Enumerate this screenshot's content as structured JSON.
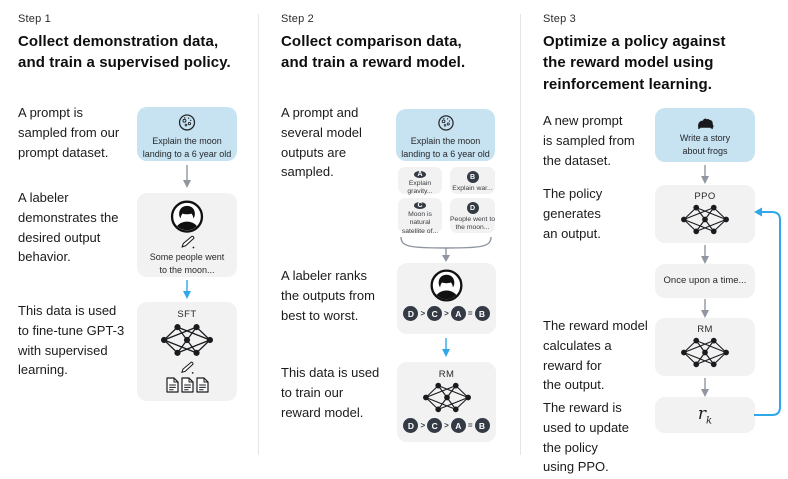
{
  "colors": {
    "prompt_box_bg": "#c7e2f1",
    "node_box_bg": "#f2f2f2",
    "arrow_blue": "#2fa8ea",
    "arrow_gray": "#8f96a0",
    "chip_bg": "#343b45",
    "divider": "#e5e5e5",
    "heading_text": "#0e0e0e",
    "body_text": "#1a1b1d"
  },
  "icons": {
    "prompt_step1": "moon-icon",
    "prompt_step2": "moon-icon",
    "prompt_step3": "frog-icon",
    "labeler": "person-icon",
    "writing": "pencil-icon",
    "demonstrations": "documents-icon",
    "model": "neural-network-icon"
  },
  "step1": {
    "label": "Step 1",
    "heading": "Collect demonstration data,\nand train a supervised policy.",
    "p1": "A prompt is\nsampled from our\nprompt dataset.",
    "p2": "A labeler\ndemonstrates the\ndesired output\nbehavior.",
    "p3": "This data is used\nto fine-tune GPT-3\nwith supervised\nlearning.",
    "prompt_text": "Explain the moon\nlanding to a 6 year old",
    "labeler_text": "Some people went\nto the moon...",
    "model_label": "SFT"
  },
  "step2": {
    "label": "Step 2",
    "heading": "Collect comparison data,\nand train a reward model.",
    "p1": "A prompt and\nseveral model\noutputs are\nsampled.",
    "p2": "A labeler ranks\nthe outputs from\nbest to worst.",
    "p3": "This data is used\nto train our\nreward model.",
    "prompt_text": "Explain the moon\nlanding to a 6 year old",
    "options": [
      {
        "chip": "A",
        "text": "Explain gravity..."
      },
      {
        "chip": "B",
        "text": "Explain war..."
      },
      {
        "chip": "C",
        "text": "Moon is natural\nsatellite of..."
      },
      {
        "chip": "D",
        "text": "People went to\nthe moon..."
      }
    ],
    "ranking": {
      "chips": [
        "D",
        "C",
        "A",
        "B"
      ],
      "separators": [
        ">",
        ">",
        "="
      ]
    },
    "model_label": "RM"
  },
  "step3": {
    "label": "Step 3",
    "heading": "Optimize a policy against\nthe reward model using\nreinforcement learning.",
    "p1": "A new prompt\nis sampled from\nthe dataset.",
    "p2": "The policy\ngenerates\nan output.",
    "p3": "The reward model\ncalculates a\nreward for\nthe output.",
    "p4": "The reward is\nused to update\nthe policy\nusing PPO.",
    "prompt_text": "Write a story\nabout frogs",
    "policy_label": "PPO",
    "output_text": "Once upon a time...",
    "rm_label": "RM",
    "reward_symbol": "r",
    "reward_subscript": "k"
  }
}
